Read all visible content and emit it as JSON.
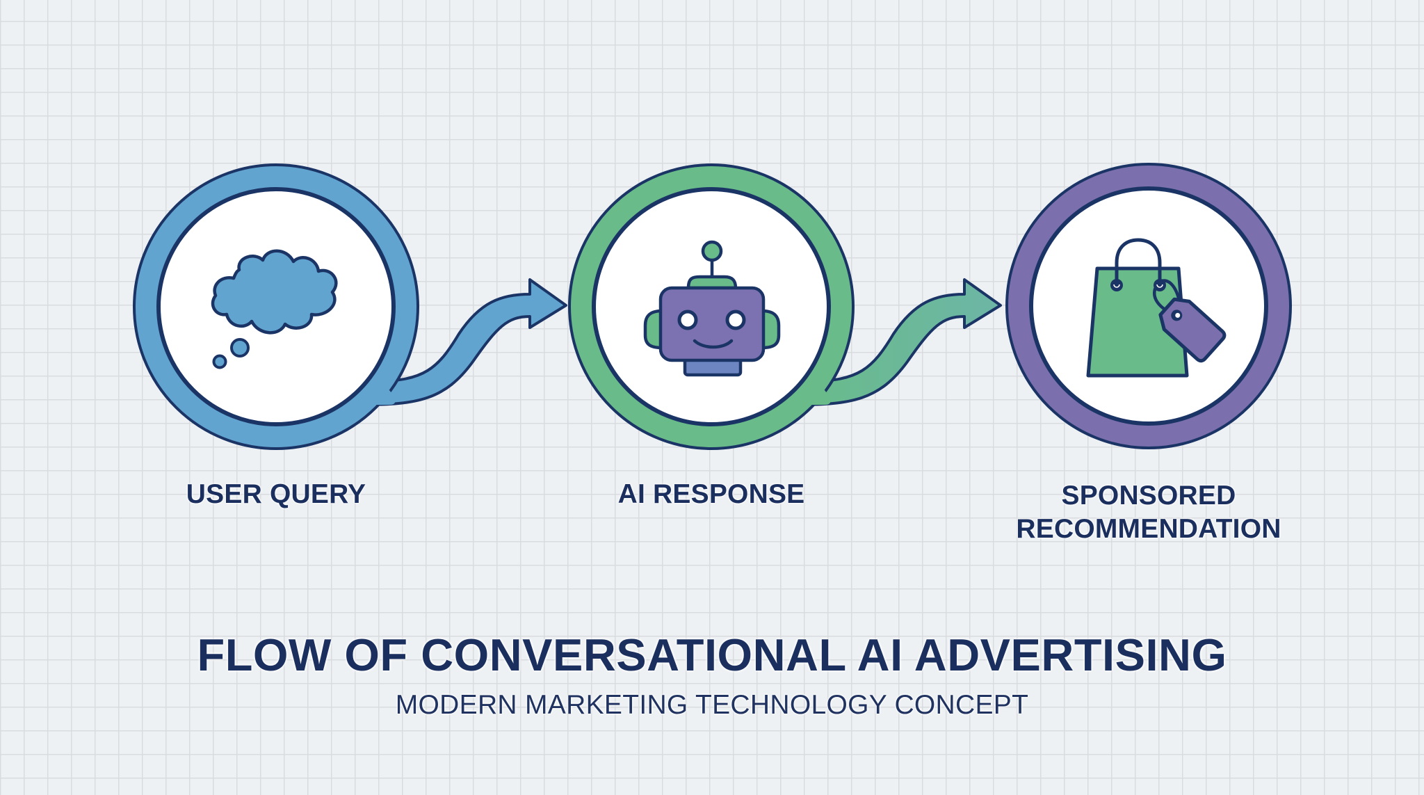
{
  "diagram": {
    "title": "FLOW OF CONVERSATIONAL AI ADVERTISING",
    "subtitle": "MODERN MARKETING TECHNOLOGY CONCEPT",
    "steps": [
      {
        "label_line1": "USER QUERY",
        "label_line2": "",
        "icon": "thought-cloud-icon",
        "ring_color": "#62a4d0"
      },
      {
        "label_line1": "AI RESPONSE",
        "label_line2": "",
        "icon": "robot-icon",
        "ring_color": "#69bb8a"
      },
      {
        "label_line1": "SPONSORED",
        "label_line2": "RECOMMENDATION",
        "icon": "shopping-bag-tag-icon",
        "ring_color": "#7b6fae"
      }
    ],
    "connectors": [
      {
        "from": "USER QUERY",
        "to": "AI RESPONSE",
        "icon": "curved-arrow-icon",
        "color": "#62a4d0"
      },
      {
        "from": "AI RESPONSE",
        "to": "SPONSORED RECOMMENDATION",
        "icon": "curved-arrow-icon",
        "color": "#69bb8a"
      }
    ]
  },
  "colors": {
    "outline": "#1b3466",
    "text": "#1b2f5f",
    "blue": "#62a4d0",
    "green": "#69bb8a",
    "purple": "#7b6fae",
    "background": "#eef1f3",
    "grid": "#d9dcdf"
  }
}
